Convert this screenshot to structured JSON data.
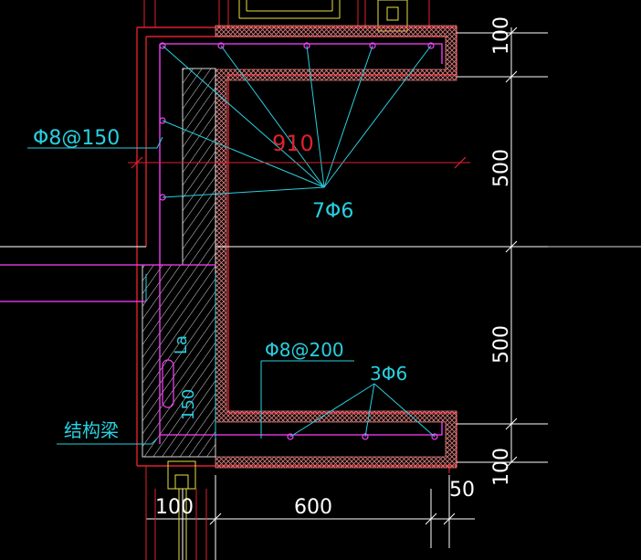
{
  "colors": {
    "background": "#000000",
    "wall_red": "#e0202c",
    "rebar_magenta": "#ff40ff",
    "leader_cyan": "#28d0e0",
    "dimension_white": "#ffffff",
    "frame_yellow": "#e8e040",
    "hatch_white": "#d8d8d8"
  },
  "labels": {
    "top_rebar_spacing": "Φ8@150",
    "top_dimension": "910",
    "top_bar_group": "7Φ6",
    "bottom_rebar_spacing": "Φ8@200",
    "bottom_bar_group": "3Φ6",
    "structural_beam": "结构梁",
    "hook_length": "La",
    "hook_150": "150"
  },
  "dimensions": {
    "right": [
      "100",
      "500",
      "500",
      "100"
    ],
    "bottom": [
      "100",
      "600",
      "50"
    ]
  }
}
